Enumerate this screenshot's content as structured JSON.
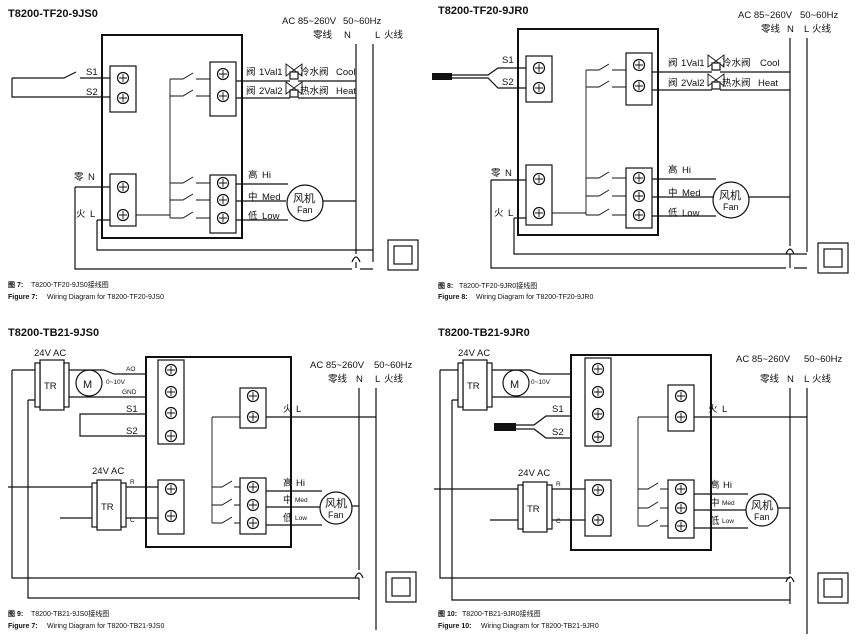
{
  "supply": {
    "ac": "AC 85~260V",
    "hz": "50~60Hz",
    "neutral_cn": "零线",
    "neutral": "N",
    "live": "L",
    "live_cn": "火线"
  },
  "diagrams": [
    {
      "id": "tf20-9js0",
      "title": "T8200-TF20-9JS0",
      "caption_cn_prefix": "图 7:",
      "caption_cn_text": "T8200-TF20-9JS0接线图",
      "caption_en_prefix": "Figure 7:",
      "caption_en_text": "Wiring Diagram for T8200-TF20-9JS0"
    },
    {
      "id": "tf20-9jr0",
      "title": "T8200-TF20-9JR0",
      "caption_cn_prefix": "图 8:",
      "caption_cn_text": "T8200-TF20-9JR0接线图",
      "caption_en_prefix": "Figure 8:",
      "caption_en_text": "Wiring Diagram for T8200-TF20-9JR0"
    },
    {
      "id": "tb21-9js0",
      "title": "T8200-TB21-9JS0",
      "caption_cn_prefix": "图 9:",
      "caption_cn_text": "T8200-TB21-9JS0接线图",
      "caption_en_prefix": "Figure 7:",
      "caption_en_text": "Wiring Diagram for T8200-TB21-9JS0"
    },
    {
      "id": "tb21-9jr0",
      "title": "T8200-TB21-9JR0",
      "caption_cn_prefix": "图 10:",
      "caption_cn_text": "T8200-TB21-9JR0接线图",
      "caption_en_prefix": "Figure 10:",
      "caption_en_text": "Wiring Diagram for T8200-TB21-9JR0"
    }
  ],
  "labels": {
    "s1": "S1",
    "s2": "S2",
    "valve_cn": "阀",
    "val1": "1Val1",
    "val2": "2Val2",
    "cool_cn": "冷水阀",
    "cool": "Cool",
    "heat_cn": "热水阀",
    "heat": "Heat",
    "neutral_cn": "零",
    "n": "N",
    "live_cn": "火",
    "l": "L",
    "hi_cn": "高",
    "hi": "Hi",
    "med_cn": "中",
    "med": "Med",
    "low_cn": "低",
    "low": "Low",
    "fan_cn": "风机",
    "fan": "Fan",
    "ac24": "24V AC",
    "tr": "TR",
    "motor": "M",
    "v010": "0~10V",
    "ao": "AO",
    "gnd": "GND",
    "r": "R",
    "c": "C"
  }
}
